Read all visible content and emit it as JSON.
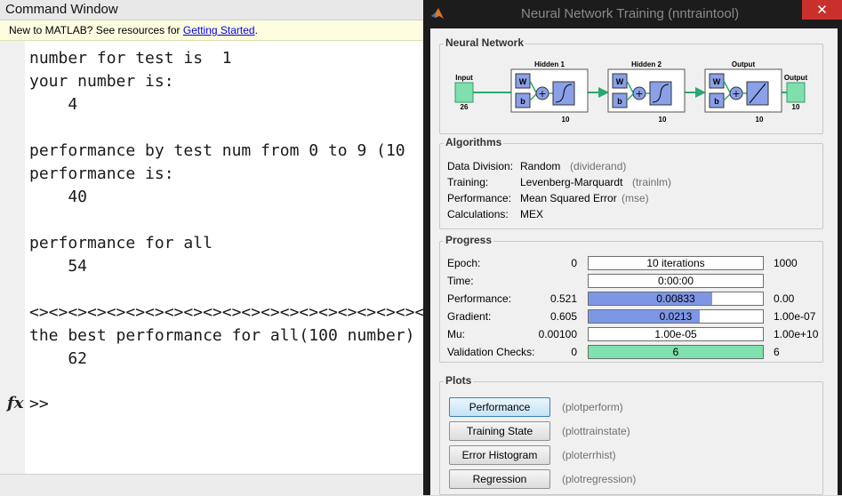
{
  "command_window": {
    "title": "Command Window",
    "banner": {
      "prefix": "New to MATLAB? See resources for ",
      "link": "Getting Started",
      "suffix": "."
    },
    "lines": [
      "number for test is  1",
      "your number is:",
      "    4",
      "",
      "performance by test num from 0 to 9 (10",
      "performance is:",
      "    40",
      "",
      "performance for all",
      "    54",
      "",
      "<><><><><><><><><><><><><><><><><><><><><><>",
      "the best performance for all(100 number)",
      "    62"
    ],
    "fx_label": "fx",
    "prompt": ">>"
  },
  "nntraintool": {
    "title": "Neural Network Training (nntraintool)",
    "close_label": "✕",
    "network": {
      "section_title": "Neural Network",
      "input_label": "Input",
      "input_size": "26",
      "layers": [
        {
          "title": "Hidden 1",
          "size": "10",
          "w": "W",
          "b": "b"
        },
        {
          "title": "Hidden 2",
          "size": "10",
          "w": "W",
          "b": "b"
        },
        {
          "title": "Output",
          "size": "10",
          "w": "W",
          "b": "b"
        }
      ],
      "output_label": "Output",
      "output_size": "10"
    },
    "algorithms": {
      "section_title": "Algorithms",
      "rows": [
        {
          "label": "Data Division:",
          "value": "Random",
          "fn": "(dividerand)"
        },
        {
          "label": "Training:",
          "value": "Levenberg-Marquardt",
          "fn": "(trainlm)"
        },
        {
          "label": "Performance:",
          "value": "Mean Squared Error",
          "fn": "(mse)"
        },
        {
          "label": "Calculations:",
          "value": "MEX",
          "fn": ""
        }
      ]
    },
    "progress": {
      "section_title": "Progress",
      "rows": [
        {
          "label": "Epoch:",
          "start": "0",
          "current": "10 iterations",
          "end": "1000",
          "fill": 0,
          "color": "#ffffff"
        },
        {
          "label": "Time:",
          "start": "",
          "current": "0:00:00",
          "end": "",
          "fill": 0,
          "color": "#ffffff"
        },
        {
          "label": "Performance:",
          "start": "0.521",
          "current": "0.00833",
          "end": "0.00",
          "fill": 0.71,
          "color": "#7e96e6"
        },
        {
          "label": "Gradient:",
          "start": "0.605",
          "current": "0.0213",
          "end": "1.00e-07",
          "fill": 0.64,
          "color": "#7e96e6"
        },
        {
          "label": "Mu:",
          "start": "0.00100",
          "current": "1.00e-05",
          "end": "1.00e+10",
          "fill": 0,
          "color": "#ffffff"
        },
        {
          "label": "Validation Checks:",
          "start": "0",
          "current": "6",
          "end": "6",
          "fill": 1.0,
          "color": "#7fe0ad"
        }
      ]
    },
    "plots": {
      "section_title": "Plots",
      "buttons": [
        {
          "label": "Performance",
          "fn": "(plotperform)"
        },
        {
          "label": "Training State",
          "fn": "(plottrainstate)"
        },
        {
          "label": "Error Histogram",
          "fn": "(ploterrhist)"
        },
        {
          "label": "Regression",
          "fn": "(plotregression)"
        }
      ]
    }
  }
}
